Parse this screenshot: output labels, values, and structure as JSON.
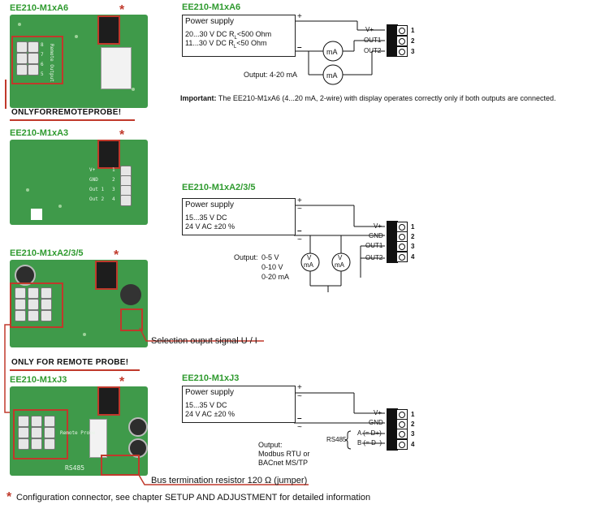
{
  "boards": [
    {
      "title": "EE210-M1xA6",
      "pcb_labels": [
        "Remote Output"
      ],
      "terminal_numbers": [
        "8",
        "7",
        "6",
        "5"
      ],
      "remote_note": "ONLYFORREMOTEPROBE!"
    },
    {
      "title": "EE210-M1xA3",
      "pcb_labels": [
        "V+",
        "GND",
        "Out 1",
        "Out 2"
      ],
      "terminal_numbers": [
        "1",
        "2",
        "3",
        "4"
      ]
    },
    {
      "title": "EE210-M1xA2/3/5",
      "remote_note": "ONLY FOR REMOTE PROBE!",
      "callout": "Selection ouput signal U / I"
    },
    {
      "title": "EE210-M1xJ3",
      "pcb_labels": [
        "Remote Probe",
        "RS485"
      ],
      "callout": "Bus termination resistor 120 Ω (jumper)"
    }
  ],
  "star": "*",
  "footnote": "Configuration connector, see chapter SETUP AND ADJUSTMENT for detailed information",
  "diagrams": {
    "a6": {
      "title": "EE210-M1xA6",
      "ps_title": "Power supply",
      "ps_line1a": "20...30 V DC  R",
      "ps_line1b": "<500 Ohm",
      "ps_line2a": "11...30 V DC  R",
      "ps_line2b": "<50 Ohm",
      "sub": "L",
      "plus": "+",
      "minus": "–",
      "meter": "mA",
      "output": "Output:  4-20 mA",
      "terminals": [
        {
          "label": "V+",
          "num": "1"
        },
        {
          "label": "OUT1",
          "num": "2"
        },
        {
          "label": "OUT2",
          "num": "3"
        }
      ],
      "important_bold": "Important:",
      "important_text": " The EE210-M1xA6 (4...20 mA, 2-wire) with display operates correctly only if both outputs are connected."
    },
    "a235": {
      "title": "EE210-M1xA2/3/5",
      "ps_title": "Power supply",
      "ps_line1": "15...35 V DC",
      "ps_line2": "24 V AC ±20 %",
      "plus": "+",
      "minus": "–",
      "tilde": "~",
      "meter_top": "V",
      "meter_bottom": "mA",
      "output_label": "Output:",
      "outputs": [
        "0-5 V",
        "0-10 V",
        "0-20 mA"
      ],
      "terminals": [
        {
          "label": "V+",
          "num": "1"
        },
        {
          "label": "GND",
          "num": "2"
        },
        {
          "label": "OUT1",
          "num": "3"
        },
        {
          "label": "OUT2",
          "num": "4"
        }
      ]
    },
    "j3": {
      "title": "EE210-M1xJ3",
      "ps_title": "Power supply",
      "ps_line1": "15...35 V DC",
      "ps_line2": "24 V AC ±20 %",
      "plus": "+",
      "minus": "–",
      "tilde": "~",
      "rs485": "RS485",
      "a_label": "A (= D+)",
      "b_label": "B (= D–)",
      "output_lines": [
        "Output:",
        "Modbus RTU or",
        "BACnet MS/TP"
      ],
      "terminals": [
        {
          "label": "V+",
          "num": "1"
        },
        {
          "label": "GND",
          "num": "2"
        },
        {
          "label": "",
          "num": "3"
        },
        {
          "label": "",
          "num": "4"
        }
      ]
    }
  },
  "colors": {
    "title_green": "#2e9a2e",
    "highlight_red": "#c0392b",
    "pcb_green": "#3f9a4a"
  }
}
